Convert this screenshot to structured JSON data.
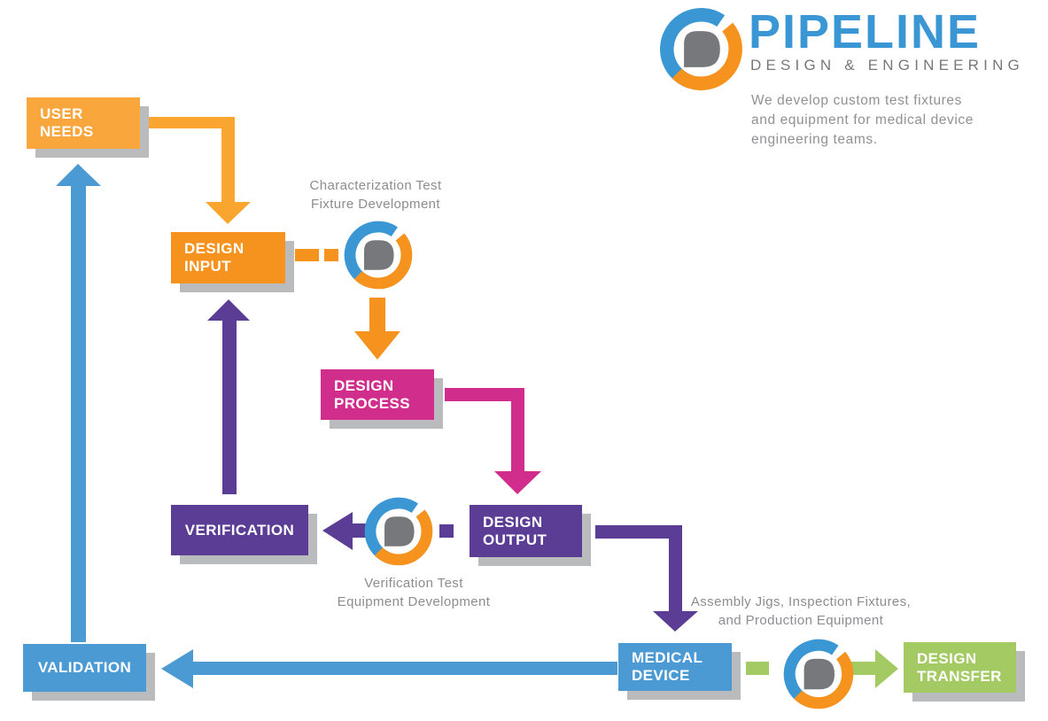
{
  "logo": {
    "brand": "PIPELINE",
    "subtitle": "DESIGN & ENGINEERING",
    "tagline_lines": {
      "l1": "We develop custom test fixtures",
      "l2": "and equipment for medical device",
      "l3": "engineering teams."
    }
  },
  "flow": {
    "boxes": {
      "user_needs": {
        "line1": "USER",
        "line2": "NEEDS"
      },
      "design_input": {
        "line1": "DESIGN",
        "line2": "INPUT"
      },
      "design_process": {
        "line1": "DESIGN",
        "line2": "PROCESS"
      },
      "verification": {
        "line1": "VERIFICATION"
      },
      "design_output": {
        "line1": "DESIGN",
        "line2": "OUTPUT"
      },
      "medical_device": {
        "line1": "MEDICAL",
        "line2": "DEVICE"
      },
      "validation": {
        "line1": "VALIDATION"
      },
      "design_transfer": {
        "line1": "DESIGN",
        "line2": "TRANSFER"
      }
    },
    "annotations": {
      "characterization": {
        "line1": "Characterization Test",
        "line2": "Fixture Development"
      },
      "verification_test": {
        "line1": "Verification Test",
        "line2": "Equipment Development"
      },
      "assembly": {
        "line1": "Assembly Jigs, Inspection Fixtures,",
        "line2": "and Production Equipment"
      }
    }
  },
  "colors": {
    "user_needs_yellow": "#F9A63C",
    "arrow_yellow": "#F9A52F",
    "orange": "#F6921E",
    "magenta": "#D02D8C",
    "purple": "#5B3D96",
    "blue": "#4B9AD4",
    "logo_blue": "#3B97D3",
    "green": "#A4CA63",
    "mark_gray": "#77787B",
    "note_gray": "#8B8D90",
    "shadow_gray": "#B9BBBD"
  }
}
